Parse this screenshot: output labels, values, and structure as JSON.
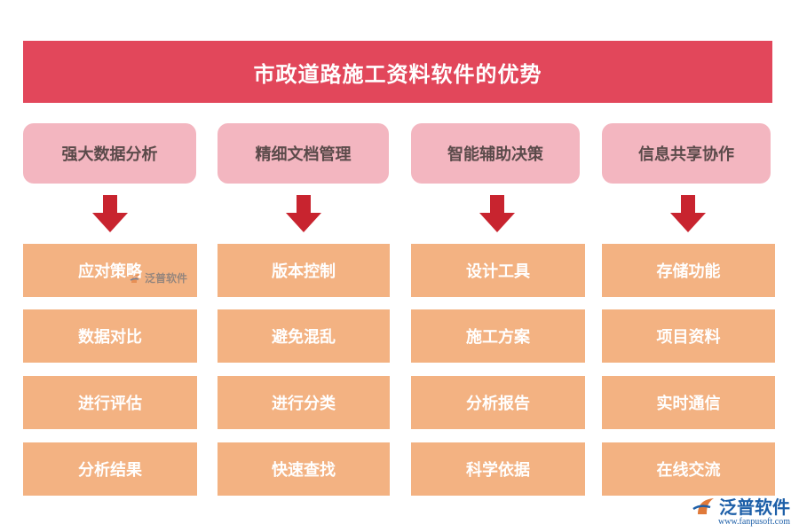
{
  "title": "市政道路施工资料软件的优势",
  "columns": [
    {
      "header": "强大数据分析",
      "items": [
        "应对策略",
        "数据对比",
        "进行评估",
        "分析结果"
      ]
    },
    {
      "header": "精细文档管理",
      "items": [
        "版本控制",
        "避免混乱",
        "进行分类",
        "快速查找"
      ]
    },
    {
      "header": "智能辅助决策",
      "items": [
        "设计工具",
        "施工方案",
        "分析报告",
        "科学依据"
      ]
    },
    {
      "header": "信息共享协作",
      "items": [
        "存储功能",
        "项目资料",
        "实时通信",
        "在线交流"
      ]
    }
  ],
  "watermark": {
    "text": "泛普软件"
  },
  "logo": {
    "name": "泛普软件",
    "url": "www.fanpusoft.com"
  },
  "colors": {
    "title_bg": "#e2475b",
    "header_bg": "#f3b6c0",
    "arrow": "#c8242f",
    "cell_bg": "#f3b282",
    "logo": "#1d5fa8"
  }
}
